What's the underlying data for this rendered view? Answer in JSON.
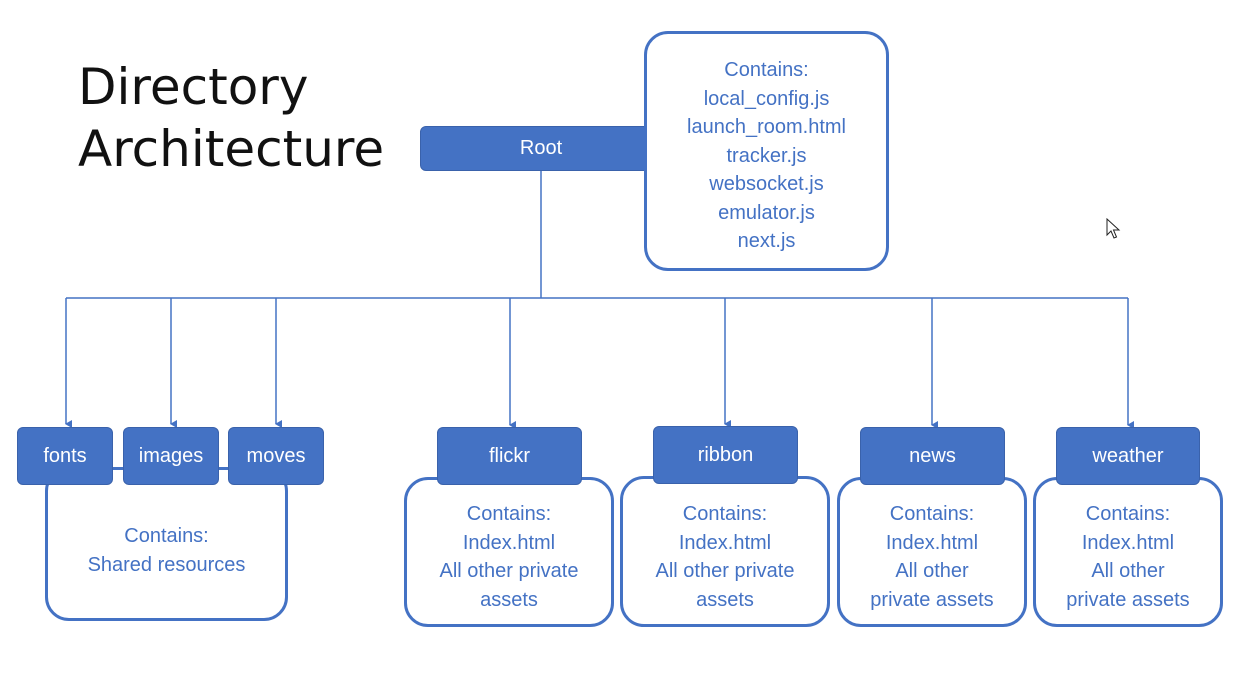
{
  "title": {
    "line1": "Directory",
    "line2": "Architecture"
  },
  "root": {
    "label": "Root",
    "contains": [
      "Contains:",
      "local_config.js",
      "launch_room.html",
      "tracker.js",
      "websocket.js",
      "emulator.js",
      "next.js"
    ]
  },
  "shared": {
    "folders": [
      "fonts",
      "images",
      "moves"
    ],
    "contains": [
      "Contains:",
      "Shared resources"
    ]
  },
  "apps": [
    {
      "label": "flickr",
      "contains": [
        "Contains:",
        "Index.html",
        "All other private",
        "assets"
      ]
    },
    {
      "label": "ribbon",
      "contains": [
        "Contains:",
        "Index.html",
        "All other private",
        "assets"
      ]
    },
    {
      "label": "news",
      "contains": [
        "Contains:",
        "Index.html",
        "All other",
        "private assets"
      ]
    },
    {
      "label": "weather",
      "contains": [
        "Contains:",
        "Index.html",
        "All other",
        "private assets"
      ]
    }
  ],
  "colors": {
    "accent": "#4472c4",
    "title": "#111111"
  }
}
